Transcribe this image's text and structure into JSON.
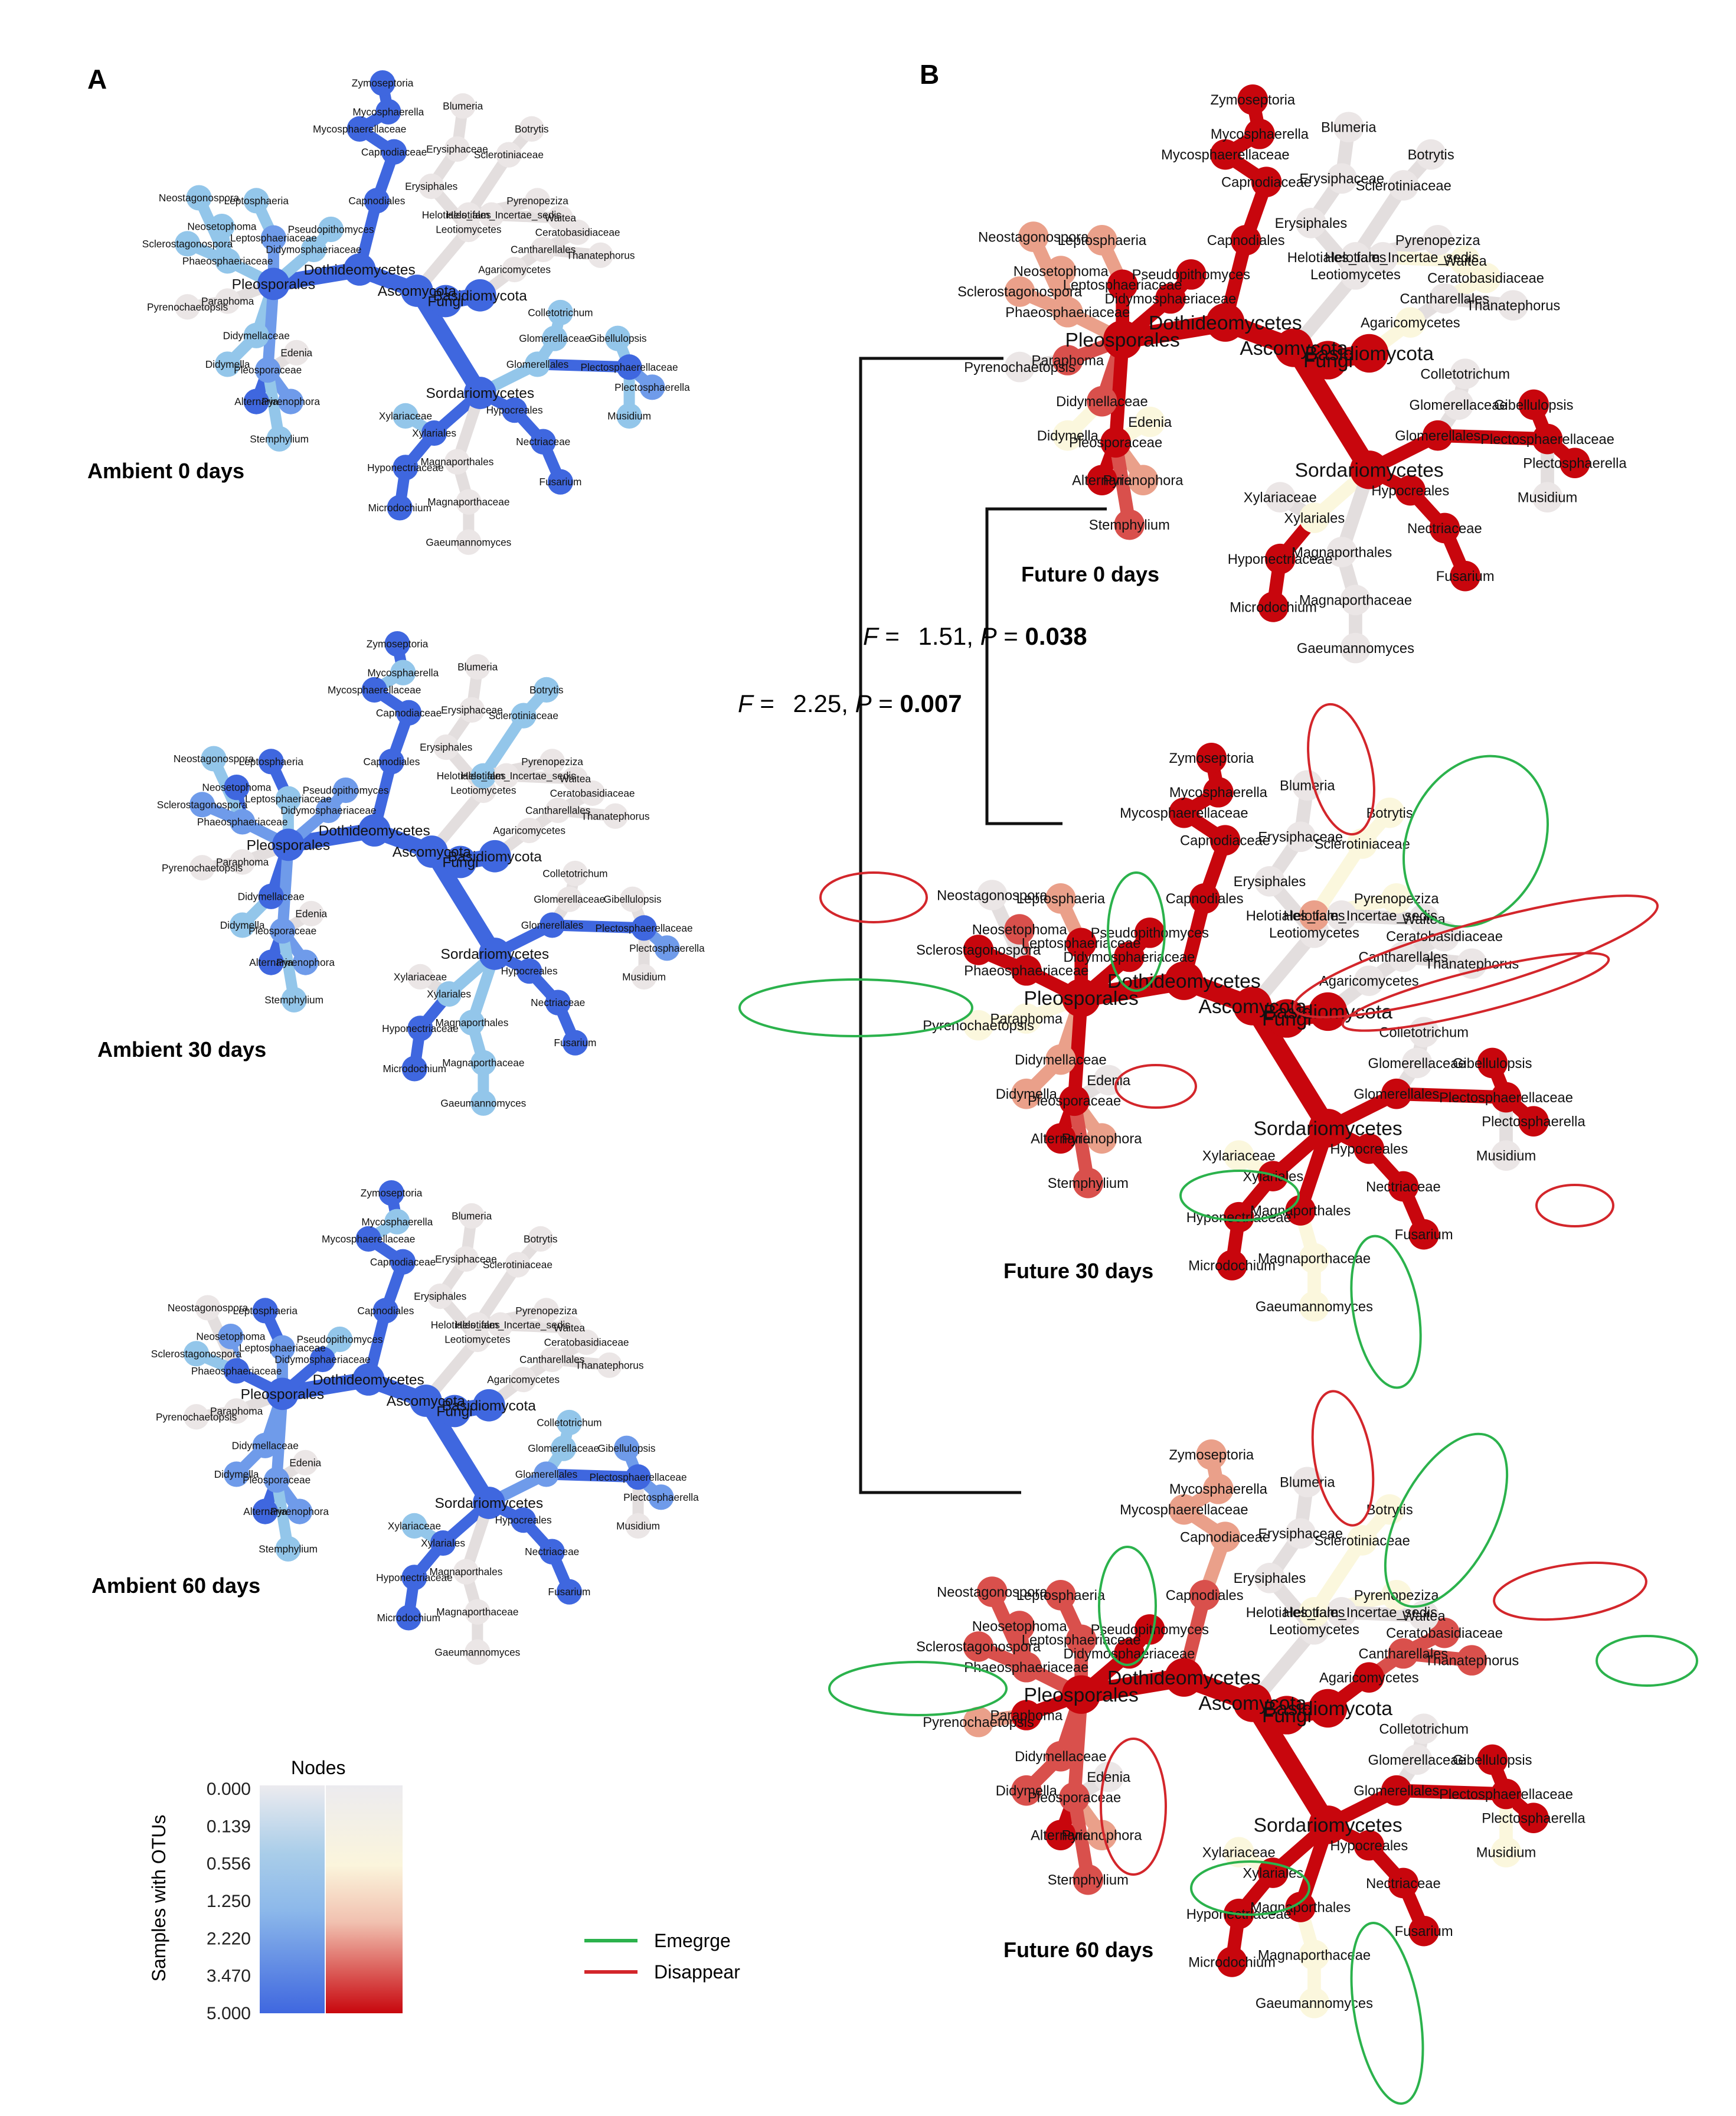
{
  "panels": {
    "A": "A",
    "B": "B"
  },
  "colors": {
    "blue_high": "#3f67df",
    "blue_mid": "#6f9bea",
    "blue_low": "#93c6ea",
    "red_high": "#c8060d",
    "red_mid": "#d9504c",
    "red_low": "#eaa08a",
    "cream": "#fbf7dd",
    "absent": "#ebe6e6",
    "edge_absent": "#e3dede",
    "emerge": "#2bb24c",
    "disappear": "#d3262b"
  },
  "trees": [
    {
      "id": "ambient0",
      "title": "Ambient 0 days",
      "palette": "blue",
      "scale": 0.72,
      "absent": [
        "Blumeria",
        "Erysiphaceae",
        "Erysiphales",
        "Botrytis",
        "Sclerotiniaceae",
        "Helotiales",
        "Pyrenopeziza",
        "Helotiales_fam_Incertae_sedis",
        "Waitea",
        "Leotiomycetes",
        "Ceratobasidiaceae",
        "Cantharellales",
        "Thanatephorus",
        "Agaricomycetes",
        "Pyrenochaetopsis",
        "Paraphoma",
        "Magnaporthales",
        "Magnaporthaceae",
        "Gaeumannomyces",
        "Edenia"
      ],
      "low": [
        "Neostagonospora",
        "Neosetophoma",
        "Leptosphaeria",
        "Sclerostagonospora",
        "Phaeosphaeriaceae",
        "Pseudopithomyces",
        "Didymosphaeriaceae",
        "Didymellaceae",
        "Didymella",
        "Stemphylium",
        "Xylariaceae",
        "Musidium",
        "Colletotrichum",
        "Glomerellaceae",
        "Glomerellales",
        "Gibellulopsis"
      ],
      "mid": [
        "Leptosphaeriaceae",
        "Pleosporaceae",
        "Plectosphaerella",
        "Pyrenophora"
      ],
      "cream": []
    },
    {
      "id": "ambient30",
      "title": "Ambient 30 days",
      "palette": "blue",
      "scale": 0.72,
      "absent": [
        "Blumeria",
        "Erysiphaceae",
        "Erysiphales",
        "Pyrenopeziza",
        "Helotiales_fam_Incertae_sedis",
        "Waitea",
        "Ceratobasidiaceae",
        "Cantharellales",
        "Thanatephorus",
        "Agaricomycetes",
        "Pyrenochaetopsis",
        "Paraphoma",
        "Edenia",
        "Musidium",
        "Xylariaceae",
        "Colletotrichum",
        "Glomerellaceae",
        "Gibellulopsis",
        "Leotiomycetes"
      ],
      "low": [
        "Botrytis",
        "Sclerotiniaceae",
        "Helotiales",
        "Magnaporthales",
        "Magnaporthaceae",
        "Gaeumannomyces",
        "Neostagonospora",
        "Didymella",
        "Leptosphaeriaceae",
        "Stemphylium",
        "Xylariales",
        "Mycosphaerella"
      ],
      "mid": [
        "Didymosphaeriaceae",
        "Pseudopithomyces",
        "Pleosporaceae",
        "Pyrenophora",
        "Sclerostagonospora",
        "Phaeosphaeriaceae",
        "Plectosphaerella"
      ],
      "cream": []
    },
    {
      "id": "ambient60",
      "title": "Ambient 60 days",
      "palette": "blue",
      "scale": 0.72,
      "absent": [
        "Blumeria",
        "Erysiphaceae",
        "Erysiphales",
        "Botrytis",
        "Sclerotiniaceae",
        "Helotiales",
        "Pyrenopeziza",
        "Helotiales_fam_Incertae_sedis",
        "Waitea",
        "Leotiomycetes",
        "Ceratobasidiaceae",
        "Cantharellales",
        "Thanatephorus",
        "Agaricomycetes",
        "Pyrenochaetopsis",
        "Paraphoma",
        "Magnaporthales",
        "Magnaporthaceae",
        "Gaeumannomyces",
        "Edenia",
        "Neostagonospora",
        "Musidium"
      ],
      "low": [
        "Colletotrichum",
        "Glomerellaceae",
        "Stemphylium",
        "Xylariaceae",
        "Pseudopithomyces",
        "Sclerostagonospora",
        "Mycosphaerella"
      ],
      "mid": [
        "Didymellaceae",
        "Didymella",
        "Pleosporaceae",
        "Pyrenophora",
        "Leptosphaeriaceae",
        "Neosetophoma",
        "Plectosphaerella",
        "Gibellulopsis",
        "Glomerellales"
      ],
      "cream": []
    },
    {
      "id": "future0",
      "title": "Future 0 days",
      "palette": "red",
      "scale": 0.86,
      "absent": [
        "Blumeria",
        "Erysiphaceae",
        "Erysiphales",
        "Botrytis",
        "Sclerotiniaceae",
        "Helotiales",
        "Pyrenopeziza",
        "Helotiales_fam_Incertae_sedis",
        "Leotiomycetes",
        "Cantharellales",
        "Thanatephorus",
        "Pyrenochaetopsis",
        "Magnaporthales",
        "Magnaporthaceae",
        "Gaeumannomyces",
        "Musidium",
        "Xylariaceae",
        "Colletotrichum",
        "Glomerellaceae"
      ],
      "low": [
        "Neostagonospora",
        "Neosetophoma",
        "Phaeosphaeriaceae",
        "Sclerostagonospora",
        "Pyrenophora",
        "Leptosphaeria"
      ],
      "mid": [
        "Stemphylium",
        "Didymellaceae",
        "Paraphoma"
      ],
      "cream": [
        "Waitea",
        "Ceratobasidiaceae",
        "Agaricomycetes",
        "Didymella",
        "Edenia",
        "Xylariales"
      ]
    },
    {
      "id": "future30",
      "title": "Future 30 days",
      "palette": "red",
      "scale": 0.86,
      "absent": [
        "Blumeria",
        "Erysiphaceae",
        "Erysiphales",
        "Helotiales_fam_Incertae_sedis",
        "Waitea",
        "Cantharellales",
        "Thanatephorus",
        "Ceratobasidiaceae",
        "Agaricomycetes",
        "Neostagonospora",
        "Edenia",
        "Musidium",
        "Colletotrichum",
        "Glomerellaceae",
        "Leotiomycetes"
      ],
      "low": [
        "Didymella",
        "Didymellaceae",
        "Pyrenophora",
        "Helotiales",
        "Leptosphaeria"
      ],
      "mid": [
        "Neosetophoma",
        "Stemphylium"
      ],
      "cream": [
        "Botrytis",
        "Sclerotiniaceae",
        "Pyrenopeziza",
        "Pyrenochaetopsis",
        "Paraphoma",
        "Xylariaceae",
        "Magnaporthaceae",
        "Gaeumannomyces"
      ]
    },
    {
      "id": "future60",
      "title": "Future 60 days",
      "palette": "red",
      "scale": 0.86,
      "absent": [
        "Blumeria",
        "Erysiphaceae",
        "Erysiphales",
        "Helotiales_fam_Incertae_sedis",
        "Waitea",
        "Leotiomycetes",
        "Edenia",
        "Colletotrichum",
        "Glomerellaceae"
      ],
      "low": [
        "Zymoseptoria",
        "Mycosphaerellaceae",
        "Capnodiaceae",
        "Mycosphaerella",
        "Pyrenophora",
        "Pyrenochaetopsis"
      ],
      "mid": [
        "Sclerostagonospora",
        "Phaeosphaeriaceae",
        "Leptosphaeriaceae",
        "Didymella",
        "Didymellaceae",
        "Stemphylium",
        "Pleosporaceae",
        "Neostagonospora",
        "Neosetophoma",
        "Leptosphaeria",
        "Capnodiales",
        "Ceratobasidiaceae",
        "Cantharellales",
        "Thanatephorus"
      ],
      "cream": [
        "Botrytis",
        "Sclerotiniaceae",
        "Helotiales",
        "Pyrenopeziza",
        "Musidium",
        "Magnaporthaceae",
        "Gaeumannomyces",
        "Xylariaceae"
      ]
    }
  ],
  "statistics": {
    "stat1": {
      "F": "1.51",
      "P": "0.038"
    },
    "stat2": {
      "F": "2.25",
      "P": "0.007"
    },
    "F_symbol": "F",
    "P_symbol": "P",
    "equals": " = "
  },
  "legend": {
    "nodes_title": "Nodes",
    "axis_label": "Samples with OTUs",
    "ticks": [
      "0.000",
      "0.139",
      "0.556",
      "1.250",
      "2.220",
      "3.470",
      "5.000"
    ],
    "emerge_label": "Emegrge",
    "disappear_label": "Disappear"
  }
}
